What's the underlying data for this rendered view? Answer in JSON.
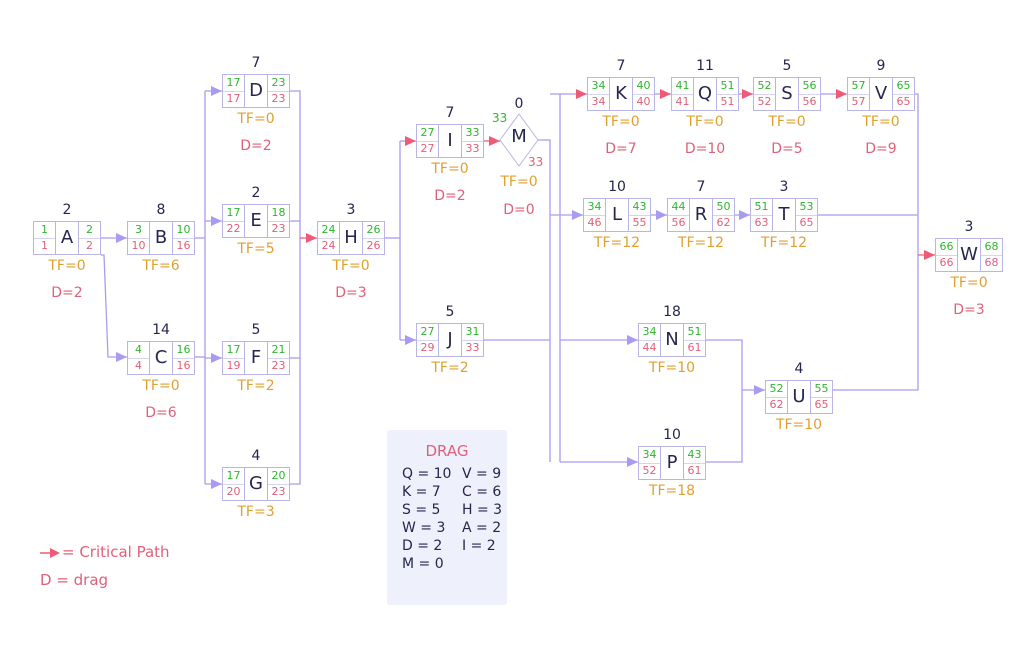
{
  "colors": {
    "early": "#2fb52f",
    "late": "#e0607a",
    "total_float": "#e0a030",
    "critical": "#ee5a78",
    "normal": "#a99cf0"
  },
  "nodes": [
    {
      "id": "A",
      "duration": "2",
      "es": "1",
      "ef": "2",
      "ls": "1",
      "lf": "2",
      "tf": "TF=0",
      "drag": "D=2"
    },
    {
      "id": "B",
      "duration": "8",
      "es": "3",
      "ef": "10",
      "ls": "10",
      "lf": "16",
      "tf": "TF=6"
    },
    {
      "id": "C",
      "duration": "14",
      "es": "4",
      "ef": "16",
      "ls": "4",
      "lf": "16",
      "tf": "TF=0",
      "drag": "D=6"
    },
    {
      "id": "D",
      "duration": "7",
      "es": "17",
      "ef": "23",
      "ls": "17",
      "lf": "23",
      "tf": "TF=0",
      "drag": "D=2"
    },
    {
      "id": "E",
      "duration": "2",
      "es": "17",
      "ef": "18",
      "ls": "22",
      "lf": "23",
      "tf": "TF=5"
    },
    {
      "id": "F",
      "duration": "5",
      "es": "17",
      "ef": "21",
      "ls": "19",
      "lf": "23",
      "tf": "TF=2"
    },
    {
      "id": "G",
      "duration": "4",
      "es": "17",
      "ef": "20",
      "ls": "20",
      "lf": "23",
      "tf": "TF=3"
    },
    {
      "id": "H",
      "duration": "3",
      "es": "24",
      "ef": "26",
      "ls": "24",
      "lf": "26",
      "tf": "TF=0",
      "drag": "D=3"
    },
    {
      "id": "I",
      "duration": "7",
      "es": "27",
      "ef": "33",
      "ls": "27",
      "lf": "33",
      "tf": "TF=0",
      "drag": "D=2"
    },
    {
      "id": "J",
      "duration": "5",
      "es": "27",
      "ef": "31",
      "ls": "29",
      "lf": "33",
      "tf": "TF=2"
    },
    {
      "id": "K",
      "duration": "7",
      "es": "34",
      "ef": "40",
      "ls": "34",
      "lf": "40",
      "tf": "TF=0",
      "drag": "D=7"
    },
    {
      "id": "Q",
      "duration": "11",
      "es": "41",
      "ef": "51",
      "ls": "41",
      "lf": "51",
      "tf": "TF=0",
      "drag": "D=10"
    },
    {
      "id": "S",
      "duration": "5",
      "es": "52",
      "ef": "56",
      "ls": "52",
      "lf": "56",
      "tf": "TF=0",
      "drag": "D=5"
    },
    {
      "id": "V",
      "duration": "9",
      "es": "57",
      "ef": "65",
      "ls": "57",
      "lf": "65",
      "tf": "TF=0",
      "drag": "D=9"
    },
    {
      "id": "L",
      "duration": "10",
      "es": "34",
      "ef": "43",
      "ls": "46",
      "lf": "55",
      "tf": "TF=12"
    },
    {
      "id": "R",
      "duration": "7",
      "es": "44",
      "ef": "50",
      "ls": "56",
      "lf": "62",
      "tf": "TF=12"
    },
    {
      "id": "T",
      "duration": "3",
      "es": "51",
      "ef": "53",
      "ls": "63",
      "lf": "65",
      "tf": "TF=12"
    },
    {
      "id": "N",
      "duration": "18",
      "es": "34",
      "ef": "51",
      "ls": "44",
      "lf": "61",
      "tf": "TF=10"
    },
    {
      "id": "P",
      "duration": "10",
      "es": "34",
      "ef": "43",
      "ls": "52",
      "lf": "61",
      "tf": "TF=18"
    },
    {
      "id": "U",
      "duration": "4",
      "es": "52",
      "ef": "55",
      "ls": "62",
      "lf": "65",
      "tf": "TF=10"
    },
    {
      "id": "W",
      "duration": "3",
      "es": "66",
      "ef": "68",
      "ls": "66",
      "lf": "68",
      "tf": "TF=0",
      "drag": "D=3"
    }
  ],
  "milestone": {
    "id": "M",
    "duration": "0",
    "es": "33",
    "lf": "33",
    "tf": "TF=0",
    "drag": "D=0"
  },
  "legend": {
    "title": "DRAG",
    "items": [
      "Q = 10",
      "V = 9",
      "K = 7",
      "C = 6",
      "S = 5",
      "H = 3",
      "W = 3",
      "A = 2",
      "D = 2",
      "I = 2",
      "M = 0"
    ]
  },
  "key": {
    "critical_path": "= Critical Path",
    "drag": "D = drag"
  }
}
